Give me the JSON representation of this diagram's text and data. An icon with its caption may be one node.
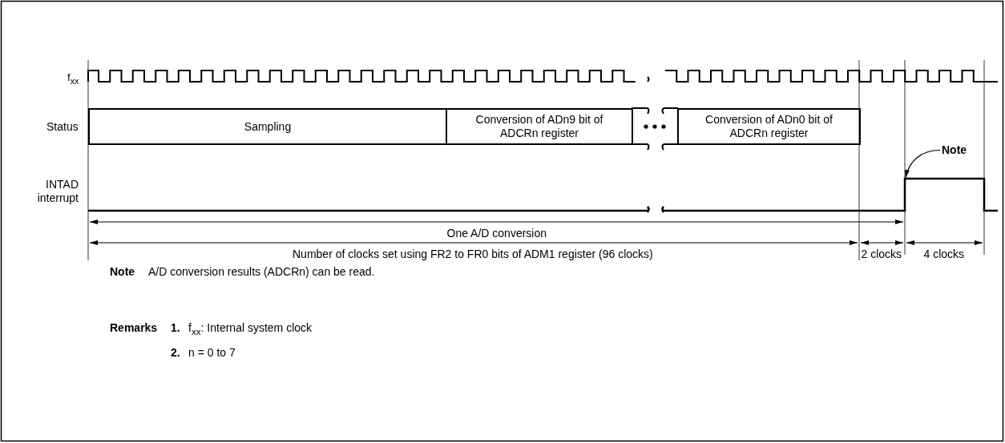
{
  "diagram": {
    "nodes": [
      {
        "text": [
          "Sampling"
        ]
      },
      {
        "text": [
          "Conversion of ADn9 bit of ADCRn register"
        ]
      },
      {
        "text": [
          "Conversion of ADn0 bit of ADCRn register"
        ]
      },
      {
        "text": [
          "Note"
        ]
      },
      {
        "text": [],
        "shape": "line"
      }
    ],
    "edges": [
      {
        "from": 3,
        "to": 4,
        "arrow": "to"
      }
    ],
    "labels": [
      "f$_{xx}$",
      "Status",
      "INTAD interrupt",
      "One A/D conversion",
      "Number of clocks set using FR2 to FR0 bits of ADM1 register (96 clocks)",
      "2 clocks",
      "4 clocks",
      "Note",
      "A/D conversion results (ADCRn) can be read.",
      "Remarks",
      "1.",
      "f$_{xx}$: Internal system clock",
      "2.",
      "n = 0 to 7"
    ]
  }
}
